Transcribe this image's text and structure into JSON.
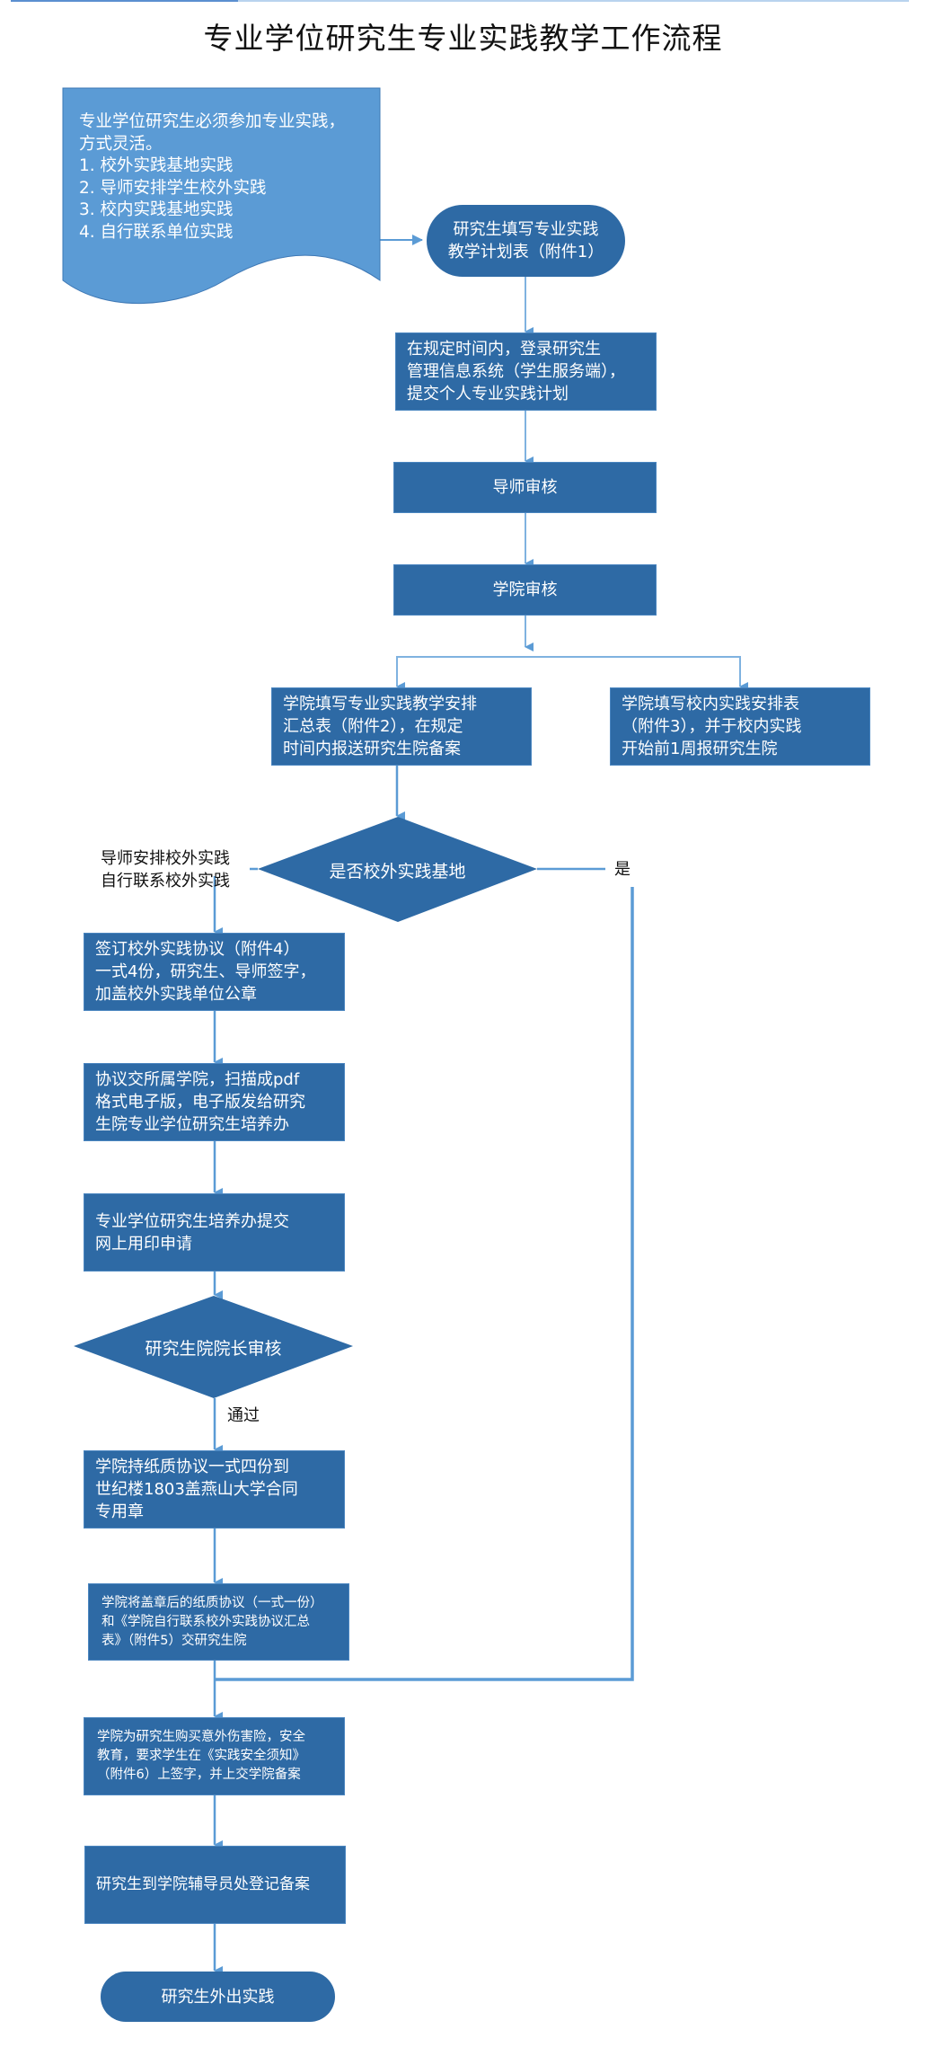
{
  "title": "专业学位研究生专业实践教学工作流程",
  "colors": {
    "box_fill": "#2e6aa5",
    "document_fill": "#5b9bd5",
    "connector": "#5b9bd5"
  },
  "intro_document": {
    "lines": [
      "专业学位研究生必须参加专业实践，",
      "方式灵活。",
      "1. 校外实践基地实践",
      "2. 导师安排学生校外实践",
      "3. 校内实践基地实践",
      "4. 自行联系单位实践"
    ]
  },
  "steps": {
    "fill_plan": {
      "lines": [
        "研究生填写专业实践",
        "教学计划表（附件1）"
      ]
    },
    "submit_plan": {
      "lines": [
        "在规定时间内，登录研究生",
        "管理信息系统（学生服务端），",
        "提交个人专业实践计划"
      ]
    },
    "advisor_review": {
      "lines": [
        "导师审核"
      ]
    },
    "college_review": {
      "lines": [
        "学院审核"
      ]
    },
    "summary_table": {
      "lines": [
        "学院填写专业实践教学安排",
        "汇总表（附件2），在规定",
        "时间内报送研究生院备案"
      ]
    },
    "oncampus_table": {
      "lines": [
        "学院填写校内实践安排表",
        "（附件3），并于校内实践",
        "开始前1周报研究生院"
      ]
    },
    "decision_base": {
      "text": "是否校外实践基地"
    },
    "sign_agreement": {
      "lines": [
        "签订校外实践协议（附件4）",
        "一式4份，研究生、导师签字，",
        "加盖校外实践单位公章"
      ]
    },
    "scan_agreement": {
      "lines": [
        "协议交所属学院，扫描成pdf",
        "格式电子版，电子版发给研究",
        "生院专业学位研究生培养办"
      ]
    },
    "seal_request": {
      "lines": [
        "专业学位研究生培养办提交",
        "网上用印申请"
      ]
    },
    "dean_review": {
      "text": "研究生院院长审核"
    },
    "contract_seal": {
      "lines": [
        "学院持纸质协议一式四份到",
        "世纪楼1803盖燕山大学合同",
        "专用章"
      ]
    },
    "submit_paper": {
      "lines": [
        "学院将盖章后的纸质协议（一式一份）",
        "和《学院自行联系校外实践协议汇总",
        "表》（附件5）交研究生院"
      ]
    },
    "insurance": {
      "lines": [
        "学院为研究生购买意外伤害险，安全",
        "教育，要求学生在《实践安全须知》",
        "（附件6）上签字，并上交学院备案"
      ]
    },
    "register": {
      "lines": [
        "研究生到学院辅导员处登记备案"
      ]
    },
    "go_practice": {
      "lines": [
        "研究生外出实践"
      ]
    }
  },
  "edge_labels": {
    "no_branch": [
      "导师安排校外实践",
      "自行联系校外实践"
    ],
    "yes_branch": "是",
    "pass": "通过"
  }
}
